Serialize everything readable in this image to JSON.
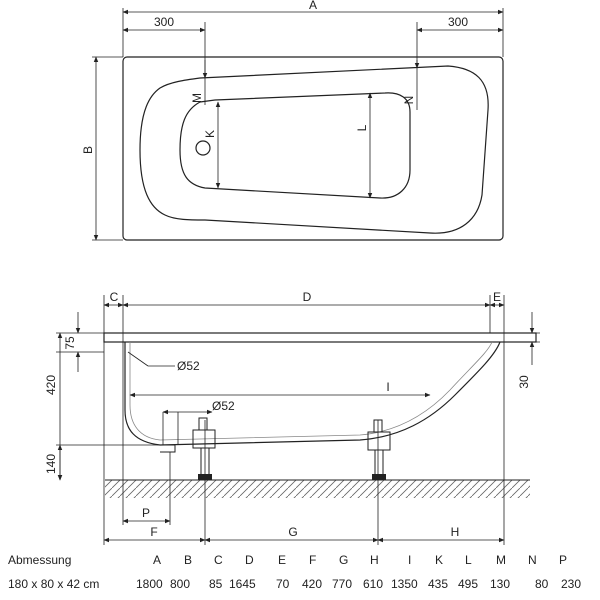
{
  "top_view": {
    "dim_overall_length": "A",
    "dim_overall_width": "B",
    "dim_left_offset": "300",
    "dim_right_offset": "300",
    "dim_inner_left": "M",
    "dim_inner_right": "N",
    "dim_drain_height": "K",
    "dim_inner_height": "L"
  },
  "side_view": {
    "dim_left_rim": "C",
    "dim_inner_length": "D",
    "dim_right_rim": "E",
    "dim_rim_thickness": "75",
    "dim_total_height": "420",
    "dim_leg_height": "140",
    "dim_right_rim_height": "30",
    "dim_overflow_diameter": "Ø52",
    "dim_drain_diameter": "Ø52",
    "dim_inner_bottom": "I",
    "dim_drain_pos": "P",
    "dim_leg_left": "F",
    "dim_leg_spacing": "G",
    "dim_leg_right": "H"
  },
  "spec_table": {
    "header_label": "Abmessung",
    "columns": [
      "A",
      "B",
      "C",
      "D",
      "E",
      "F",
      "G",
      "H",
      "I",
      "K",
      "L",
      "M",
      "N",
      "P"
    ],
    "row_label": "180 x 80 x 42 cm",
    "values": [
      "1800",
      "800",
      "85",
      "1645",
      "70",
      "420",
      "770",
      "610",
      "1350",
      "435",
      "495",
      "130",
      "80",
      "230"
    ]
  }
}
